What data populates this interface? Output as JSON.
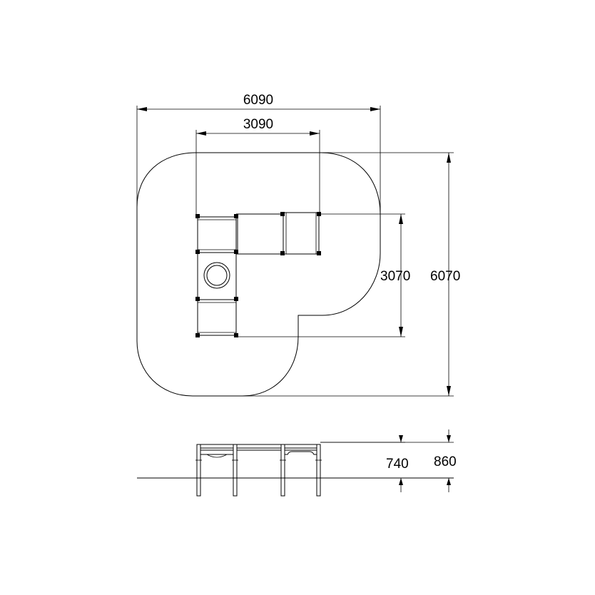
{
  "plan_view": {
    "dimensions": {
      "overall_width": "6090",
      "inner_width": "3090",
      "inner_height": "3070",
      "overall_height": "6070"
    }
  },
  "elevation_view": {
    "dimensions": {
      "platform_height": "740",
      "overall_height": "860"
    }
  }
}
